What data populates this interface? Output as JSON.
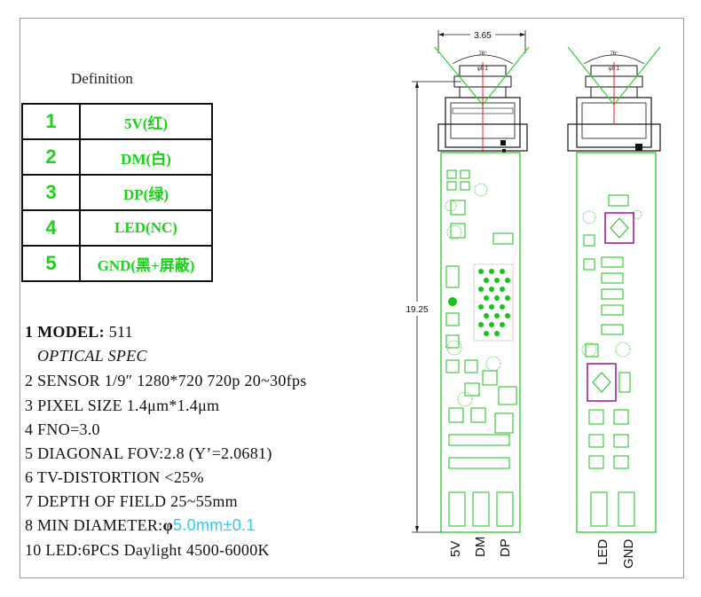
{
  "definition": {
    "title": "Definition",
    "pins": [
      {
        "num": "1",
        "signal": "5V(红)"
      },
      {
        "num": "2",
        "signal": "DM(白)"
      },
      {
        "num": "3",
        "signal": "DP(绿)"
      },
      {
        "num": "4",
        "signal": "LED(NC)"
      },
      {
        "num": "5",
        "signal": "GND(黑+屏蔽)"
      }
    ]
  },
  "specs": {
    "model_label": "1 MODEL:",
    "model_value": "511",
    "optical_header": "OPTICAL SPEC",
    "sensor": "2 SENSOR 1/9″ 1280*720  720p 20~30fps",
    "pixel_size": "3 PIXEL SIZE 1.4μm*1.4μm",
    "fno": "4 FNO=3.0",
    "fov": "5 DIAGONAL FOV:2.8  (Y’=2.0681)",
    "distortion": "6 TV-DISTORTION <25%",
    "dof": "7 DEPTH OF FIELD 25~55mm",
    "min_diameter_label": "8 MIN DIAMETER:",
    "min_diameter_symbol": "φ",
    "min_diameter_value": "5.0mm±0.1",
    "led_label": "10 LED:6PCS",
    "led_value": "Daylight 4500-6000K"
  },
  "drawing": {
    "width_dim": "3.65",
    "angle_front": "76°",
    "angle_back": "76°",
    "lens_marker": "φ0.1",
    "length_dim": "19.25",
    "pad_labels_front": [
      "5V",
      "DM",
      "DP"
    ],
    "pad_labels_back": [
      "LED",
      "GND"
    ],
    "colors": {
      "pcb": "#19c219",
      "fov": "#2ed12e",
      "axis": "#e02020",
      "led_box": "#a020a0",
      "ink": "#111111",
      "accent": "#33c8f0"
    }
  }
}
